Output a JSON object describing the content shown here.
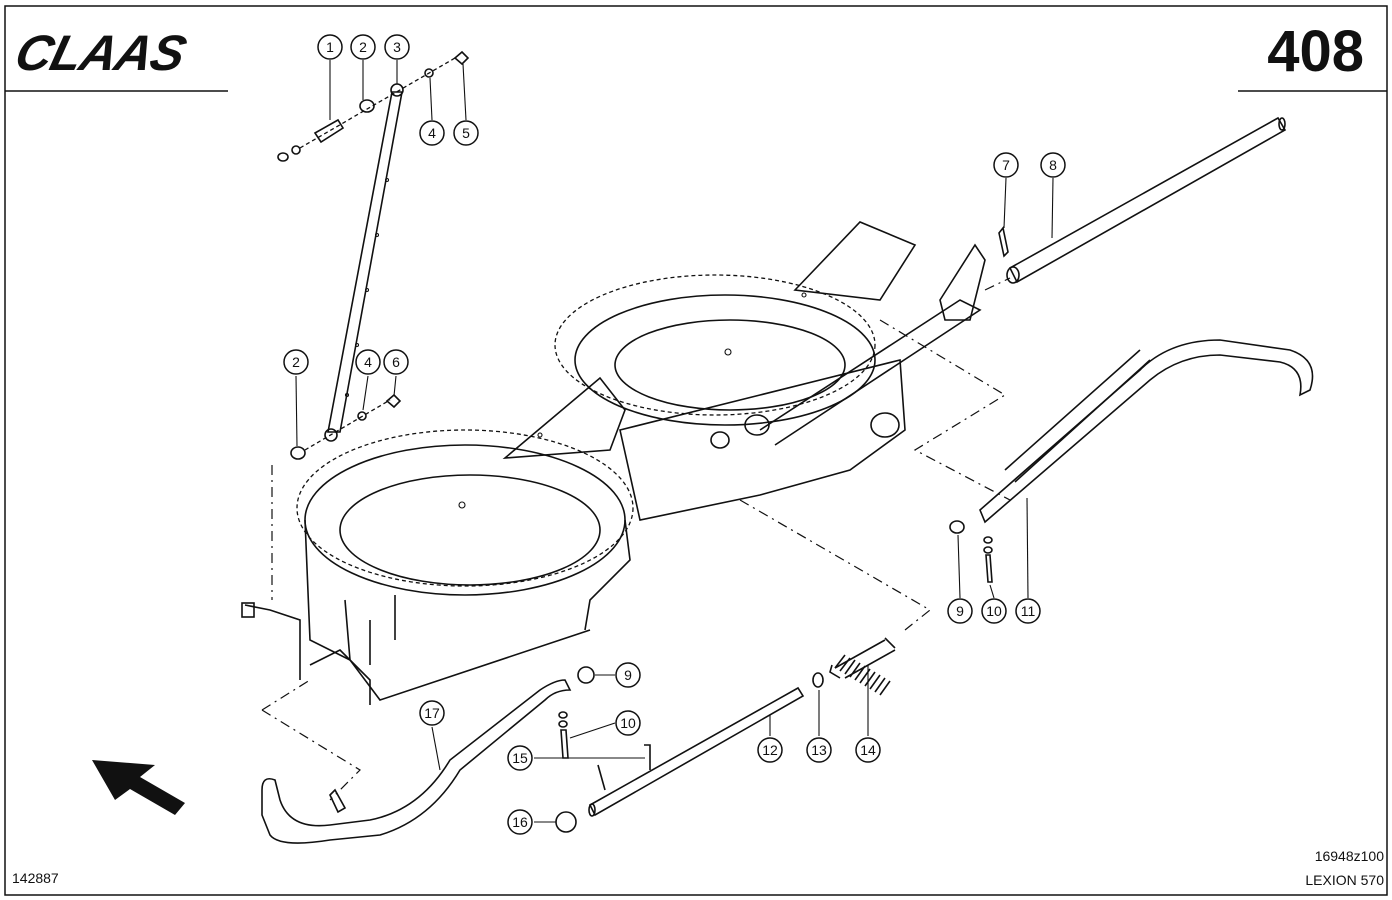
{
  "header": {
    "brand": "CLAAS",
    "page_number": "408"
  },
  "footer": {
    "drawing_id": "142887",
    "figure_code": "16948z100",
    "model": "LEXION 570"
  },
  "callouts": [
    "1",
    "2",
    "3",
    "4",
    "5",
    "2",
    "4",
    "6",
    "7",
    "8",
    "9",
    "10",
    "11",
    "9",
    "10",
    "12",
    "13",
    "14",
    "15",
    "16",
    "17"
  ],
  "icons": {
    "direction_arrow": "arrow-up-left-icon"
  }
}
